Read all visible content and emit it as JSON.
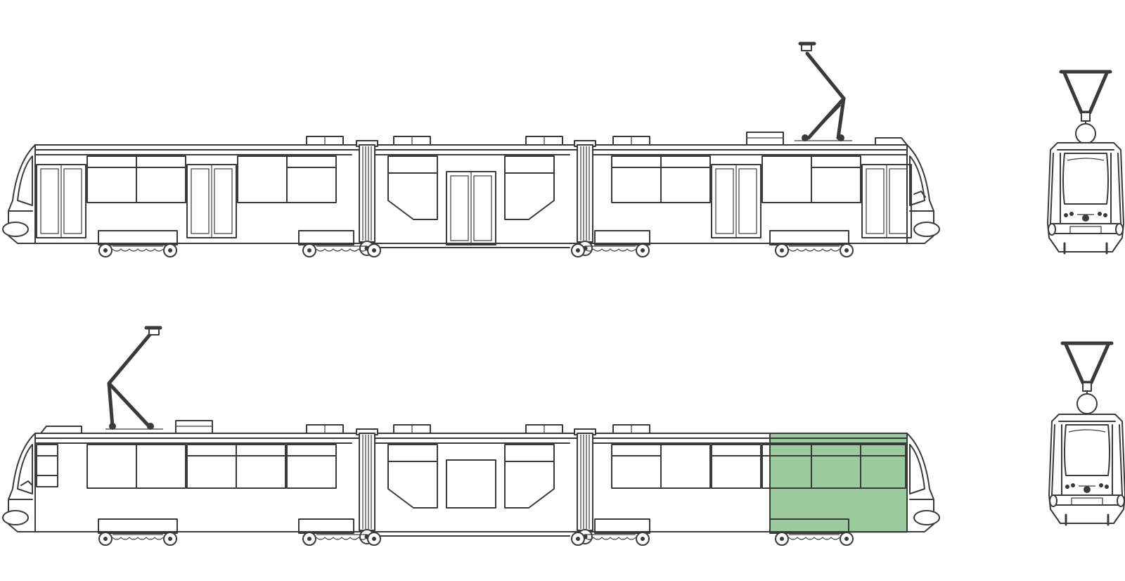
{
  "diagram": {
    "views": [
      {
        "name": "side-view-upper",
        "pantograph_position": "right"
      },
      {
        "name": "side-view-lower",
        "pantograph_position": "left",
        "highlight_section": "rear-section-right"
      }
    ],
    "front_views": 2,
    "colors": {
      "line": "#3a3a3a",
      "background": "#ffffff",
      "highlight": "#9dcba0"
    }
  }
}
